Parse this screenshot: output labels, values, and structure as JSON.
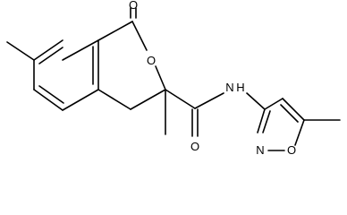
{
  "figure": {
    "atoms": {
      "carbonyl_oxygen": "O",
      "ring_oxygen": "O",
      "amide_oxygen": "O",
      "amide_nitrogen": "N",
      "amide_hydrogen": "H",
      "isoxazole_nitrogen": "N",
      "isoxazole_oxygen": "O"
    }
  }
}
